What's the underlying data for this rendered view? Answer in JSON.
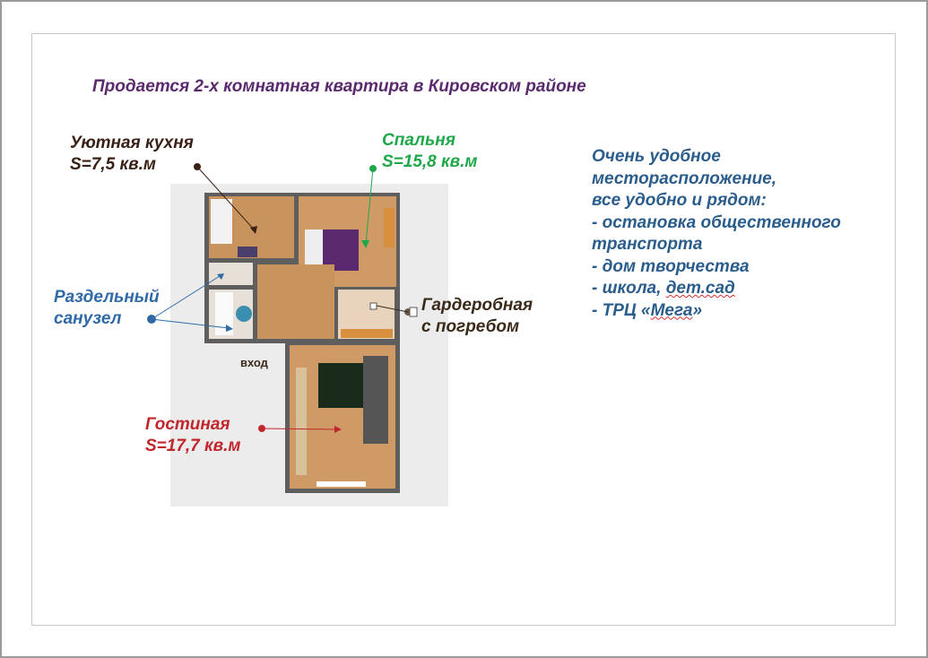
{
  "title": "Продается 2-х комнатная квартира в Кировском районе",
  "rooms": {
    "kitchen": {
      "name": "Уютная кухня",
      "area": "S=7,5 кв.м"
    },
    "bedroom": {
      "name": "Спальня",
      "area": "S=15,8 кв.м"
    },
    "bathroom": {
      "line1": "Раздельный",
      "line2": "санузел"
    },
    "wardrobe": {
      "line1": "Гардеробная",
      "line2": "с погребом"
    },
    "living": {
      "name": "Гостиная",
      "area": "S=17,7 кв.м"
    },
    "entry": "вход"
  },
  "info": {
    "lines": [
      "Очень удобное",
      "месторасположение,",
      "все удобно и рядом:",
      "- остановка общественного",
      "транспорта",
      "- дом творчества"
    ],
    "school_prefix": "- школа, ",
    "school_link": "дет.сад",
    "mall_prefix": "- ТРЦ «",
    "mall_link": "Мега",
    "mall_suffix": "»"
  },
  "colors": {
    "title": "#5a2a6e",
    "kitchen": "#3a1f14",
    "bedroom": "#1fa84a",
    "bathroom": "#2f6aa6",
    "living": "#c0262c",
    "info": "#2b5d8c"
  }
}
